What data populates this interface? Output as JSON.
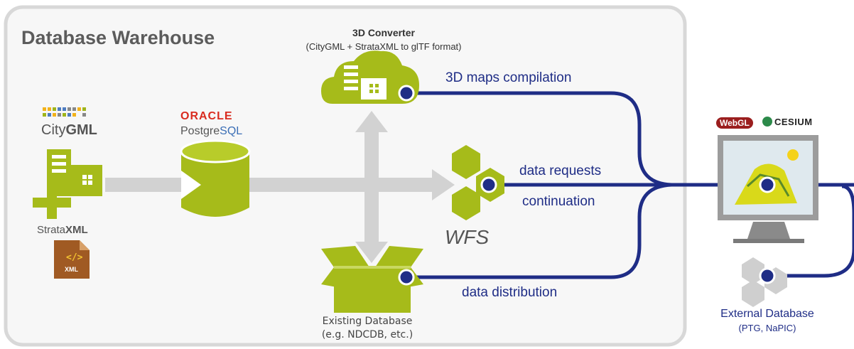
{
  "diagram": {
    "title": "Database Warehouse",
    "converter": {
      "title": "3D Converter",
      "subtitle": "(CityGML + StrataXML to glTF format)"
    },
    "sources": {
      "citygml_prefix": "City",
      "citygml_bold": "GML",
      "strata_prefix": "Strata",
      "strata_bold": "XML",
      "xml_badge": "XML"
    },
    "db_logos": {
      "oracle": "ORACLE",
      "postgres_prefix": "Postgre",
      "postgres_suffix": "SQL"
    },
    "service": "WFS",
    "existing_db": {
      "line1": "Existing Database",
      "line2": "(e.g. NDCDB, etc.)"
    },
    "flows": {
      "compilation": "3D maps compilation",
      "requests": "data requests",
      "continuation": "continuation",
      "distribution": "data distribution"
    },
    "client_logos": {
      "webgl": "WebGL",
      "cesium": "CESIUM"
    },
    "external_db": {
      "title": "External Database",
      "subtitle": "(PTG, NaPIC)"
    }
  },
  "colors": {
    "accent_green": "#a6bb1a",
    "flow_navy": "#1f2d86",
    "arrow_grey": "#d2d2d2",
    "warehouse_bg": "#f7f7f7"
  }
}
